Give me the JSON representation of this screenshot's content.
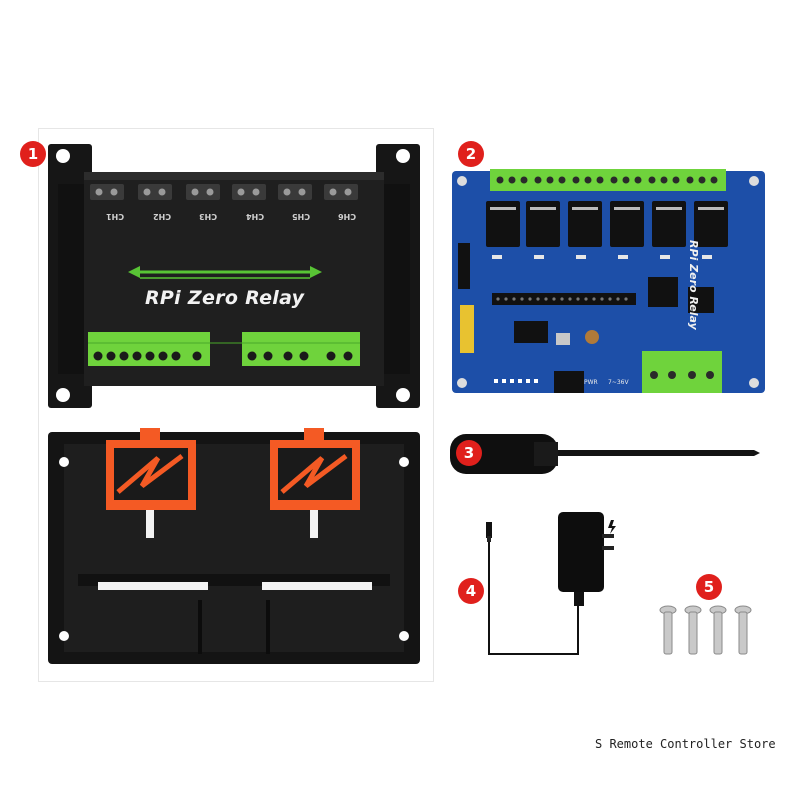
{
  "badges": [
    "1",
    "2",
    "3",
    "4",
    "5"
  ],
  "case": {
    "title": "RPi Zero Relay",
    "channels": [
      "CH1",
      "CH2",
      "CH3",
      "CH4",
      "CH5",
      "CH6"
    ]
  },
  "board": {
    "title": "RPi Zero Relay",
    "power_label": "PWR",
    "voltage_label": "7~36V"
  },
  "watermark": "S Remote Controller Store",
  "colors": {
    "badge": "#e0201c",
    "case_black": "#1a1a1a",
    "terminal_green": "#6fd33c",
    "pcb_blue": "#1d4fa8",
    "clip_orange": "#f45a24"
  }
}
